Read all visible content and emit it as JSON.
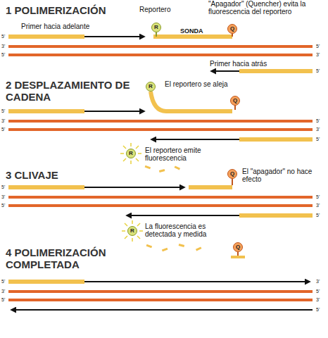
{
  "diagram": {
    "nodes": [
      {
        "text": [
          "R"
        ]
      },
      {
        "text": [
          "Q"
        ]
      },
      {
        "text": [
          "R"
        ]
      },
      {
        "text": [
          "Q"
        ]
      },
      {
        "text": [
          "R"
        ]
      },
      {
        "text": [
          "Q"
        ]
      },
      {
        "text": [
          "R"
        ]
      },
      {
        "text": [
          "Q"
        ]
      }
    ],
    "labels": [
      "1 POLIMERIZACIÓN",
      "Reportero",
      "\"Apagador\" (Quencher) evita la fluorescencia del reportero",
      "Primer hacia adelante",
      "SONDA",
      "Primer hacia atrás",
      "2 DESPLAZAMIENTO DE CADENA",
      "El reportero se aleja",
      "El reportero emite fluorescencia",
      "3 CLIVAJE",
      "El \"apagador\" no hace efecto",
      "La fluorescencia es detectada y medida",
      "4 POLIMERIZACIÓN COMPLETADA",
      "5'",
      "3'",
      "5'",
      "5'",
      "3'",
      "5'",
      "5'",
      "3'",
      "5'",
      "5'",
      "3'",
      "5'",
      "5'",
      "3'",
      "5'",
      "5'",
      "3'",
      "5'",
      "5'",
      "3'",
      "3'",
      "5'",
      "5'",
      "3'",
      "5'"
    ]
  }
}
